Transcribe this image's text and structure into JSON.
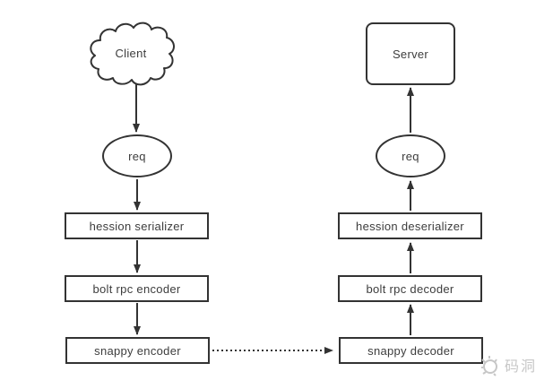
{
  "diagram": {
    "title_implicit": "client-server rpc encode/decode pipeline",
    "nodes": {
      "client": "Client",
      "server": "Server",
      "req_left": "req",
      "req_right": "req",
      "left_steps": [
        "hession serializer",
        "bolt rpc encoder",
        "snappy encoder"
      ],
      "right_steps": [
        "hession deserializer",
        "bolt rpc decoder",
        "snappy decoder"
      ]
    },
    "edges": [
      "Client -> req",
      "req -> hession serializer",
      "hession serializer -> bolt rpc encoder",
      "bolt rpc encoder -> snappy encoder",
      "snappy encoder -> snappy decoder (dotted)",
      "snappy decoder -> bolt rpc decoder",
      "bolt rpc decoder -> hession deserializer",
      "hession deserializer -> req",
      "req -> Server"
    ],
    "watermark": {
      "label": "码洞"
    },
    "colors": {
      "stroke": "#333333",
      "text": "#3d3d3d",
      "watermark": "#c7c7c7",
      "background": "#ffffff"
    }
  }
}
